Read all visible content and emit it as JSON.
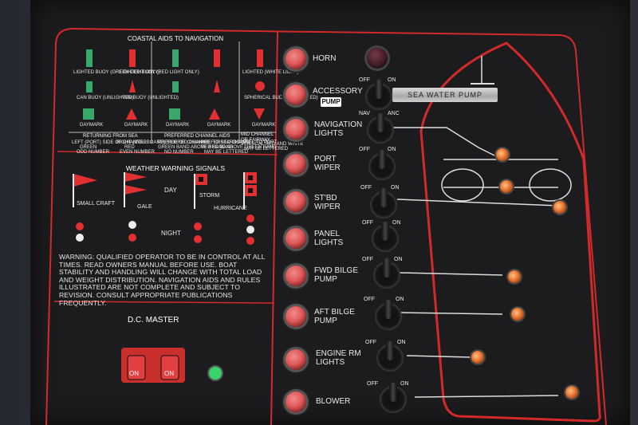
{
  "coastal": {
    "title": "COASTAL AIDS TO NAVIGATION",
    "returning": "RETURNING FROM SEA",
    "preferred": "PREFERRED CHANNEL AIDS",
    "mid_channel": "MID CHANNEL OR FAIRWAY",
    "col1": [
      "LEFT (PORT) SIDE OF CHANNEL",
      "GREEN",
      "ODD NUMBER"
    ],
    "col2": [
      "RIGHT (STARBOARD) SIDE OF CHANNEL",
      "RED",
      "EVEN NUMBER"
    ],
    "col3": [
      "PREFERRED CHANNEL TO STARBOARD",
      "GREEN BAND ABOVE RED BAND",
      "NO NUMBER"
    ],
    "col4": [
      "PREFERRED CHANNEL TO PORT",
      "RED BAND ABOVE GREEN BAND",
      "MAY BE LETTERED"
    ],
    "col5": [
      "VERTICAL RED AND WHITE",
      "MAY BE LETTERED"
    ],
    "buoy_labels": [
      "Lighted Buoy (Green Light Only)",
      "Lighted Buoy (Red Light Only)",
      "Can Buoy (Unlighted)",
      "Nun Buoy (Unlighted)",
      "Daymark",
      "Daymark",
      "Daymark",
      "Daymark",
      "Lighted (White Light)",
      "Spherical Buoy (Unlighted)",
      "Daymark"
    ]
  },
  "weather": {
    "title": "WEATHER WARNING SIGNALS",
    "small_craft": "SMALL CRAFT",
    "gale": "GALE",
    "storm": "STORM",
    "hurricane": "HURRICANE",
    "day": "DAY",
    "night": "NIGHT"
  },
  "warning_text": "WARNING: QUALIFIED OPERATOR TO BE IN CONTROL AT ALL TIMES. READ OWNERS MANUAL BEFORE USE. BOAT STABILITY AND HANDLING WILL CHANGE WITH TOTAL LOAD AND WEIGHT DISTRIBUTION. NAVIGATION AIDS AND RULES ILLUSTRATED ARE NOT COMPLETE AND SUBJECT TO REVISION. CONSULT APPROPRIATE PUBLICATIONS FREQUENTLY.",
  "dc_master": {
    "title": "D.C. MASTER",
    "on_left": "ON",
    "on_right": "ON"
  },
  "switches": [
    {
      "label": "HORN"
    },
    {
      "label": "ACCESSORY",
      "badge": "PUMP",
      "off": "OFF",
      "on": "ON"
    },
    {
      "label": "NAVIGATION LIGHTS",
      "off": "NAV",
      "on": "ANC"
    },
    {
      "label": "PORT WIPER",
      "off": "OFF",
      "on": "ON"
    },
    {
      "label": "ST'BD WIPER",
      "off": "OFF",
      "on": "ON"
    },
    {
      "label": "PANEL LIGHTS",
      "off": "OFF",
      "on": "ON"
    },
    {
      "label": "FWD BILGE PUMP",
      "off": "OFF",
      "on": "ON"
    },
    {
      "label": "AFT BILGE PUMP",
      "off": "OFF",
      "on": "ON"
    },
    {
      "label": "ENGINE RM LIGHTS",
      "off": "OFF",
      "on": "ON"
    },
    {
      "label": "BLOWER",
      "off": "OFF",
      "on": "ON"
    }
  ],
  "placard": "SEA WATER PUMP",
  "colors": {
    "panel": "#1c1c1e",
    "accent_red": "#d22a2a",
    "lamp_amber": "#e8742f",
    "pilot_green": "#3ad26a"
  }
}
